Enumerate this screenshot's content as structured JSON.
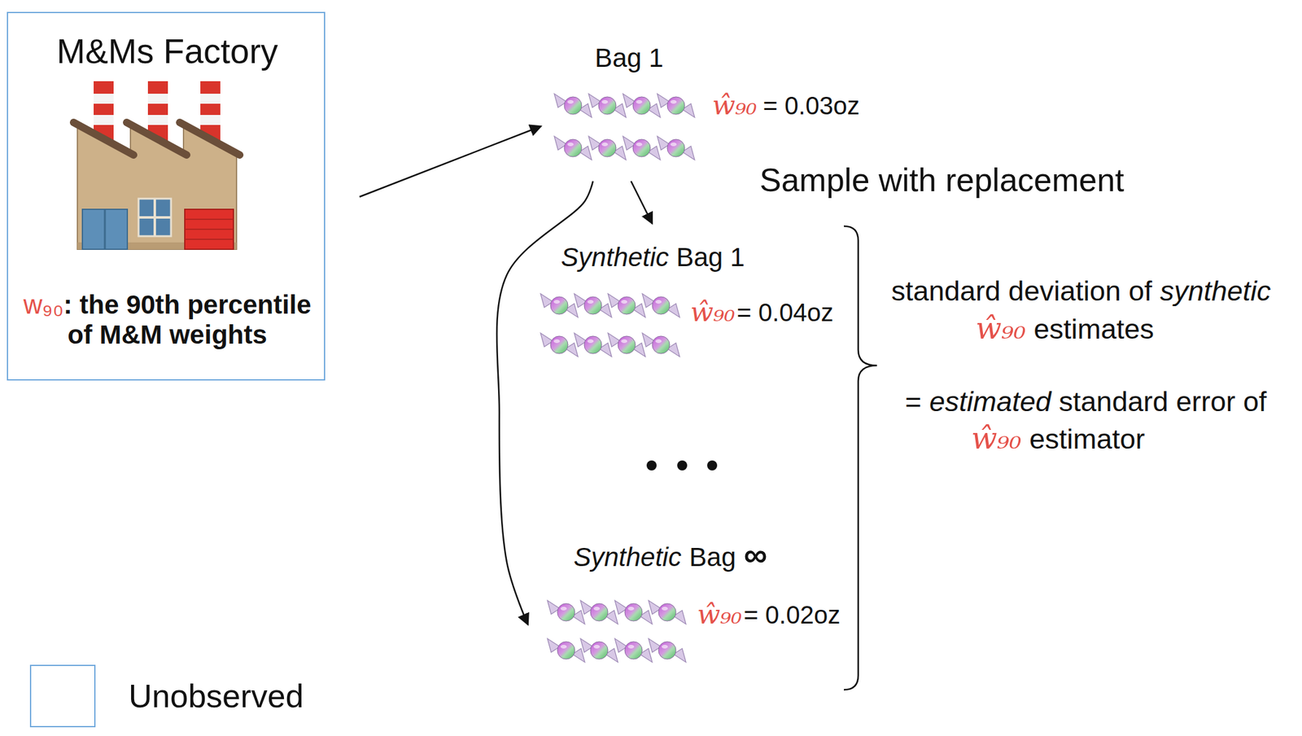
{
  "diagram": {
    "nodes": [
      {
        "text": [
          "M&Ms Factory",
          "w₉₀",
          ": the 90th percentile of M&M weights"
        ]
      },
      {
        "text": [
          "Bag 1",
          "ŵ₉₀",
          "= 0.03oz"
        ]
      },
      {
        "text": [
          "Synthetic",
          "Bag 1",
          "ŵ₉₀",
          "= 0.04oz"
        ]
      },
      {
        "text": [
          "Synthetic",
          "Bag",
          "∞",
          "ŵ₉₀",
          "= 0.02oz"
        ]
      }
    ],
    "edges": [
      {
        "from": 0,
        "to": 1,
        "arrow": "to"
      },
      {
        "from": 1,
        "to": 2,
        "arrow": "to"
      },
      {
        "from": 1,
        "to": 3,
        "arrow": "to"
      }
    ],
    "labels": [
      "Sample with replacement",
      "standard deviation of",
      "synthetic",
      "ŵ₉₀",
      "estimates",
      "=",
      "estimated",
      "standard error of",
      "ŵ₉₀",
      "estimator"
    ],
    "legend": [
      {
        "text": "Unobserved"
      }
    ]
  }
}
